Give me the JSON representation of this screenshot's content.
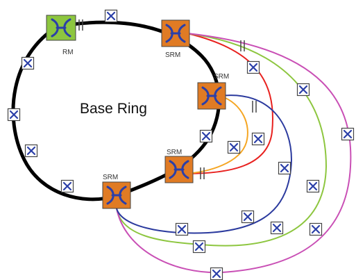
{
  "diagram": {
    "ring_label": "Base Ring",
    "node_labels": {
      "rm": "RM",
      "srm_top": "SRM",
      "srm_right": "SRM",
      "srm_mid": "SRM",
      "srm_bottom": "SRM"
    }
  },
  "colors": {
    "ring": "#000000",
    "rm_fill": "#8dc63f",
    "srm_fill": "#e07b24",
    "device_fill": "#ffffff",
    "device_border": "#444444",
    "device_symbol": "#2b3fa8",
    "link_red": "#e8211f",
    "link_green": "#8dc63f",
    "link_magenta": "#c94fb5",
    "link_blue": "#2b3a9e",
    "link_orange": "#f5a623"
  },
  "icons": {
    "manager_node": "crossed-arrows-icon",
    "device": "x-switch-icon",
    "link_break": "double-bar-icon"
  }
}
